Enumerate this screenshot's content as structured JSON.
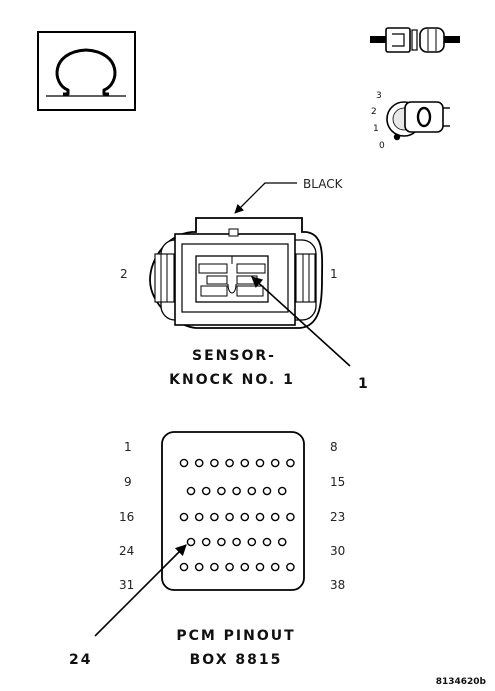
{
  "meter": {
    "symbol": "Ω",
    "symbol_icon": "ohm-icon"
  },
  "icons": {
    "disconnect": "connector-disconnect-icon",
    "ignition": "ignition-key-icon"
  },
  "ignition": {
    "positions": [
      "3",
      "2",
      "1",
      "0"
    ],
    "key_mark": "O"
  },
  "sensor": {
    "wire_color_label": "BLACK",
    "pin_left": "2",
    "pin_right": "1",
    "title_line1": "SENSOR-",
    "title_line2": "KNOCK NO. 1",
    "callout": "1"
  },
  "pcm": {
    "row_start_labels": [
      "1",
      "9",
      "16",
      "24",
      "31"
    ],
    "row_end_labels": [
      "8",
      "15",
      "23",
      "30",
      "38"
    ],
    "row_pin_counts": [
      8,
      7,
      8,
      7,
      8
    ],
    "title_line1": "PCM PINOUT",
    "title_line2": "BOX 8815",
    "callout": "24"
  },
  "figure_id": "8134620b"
}
